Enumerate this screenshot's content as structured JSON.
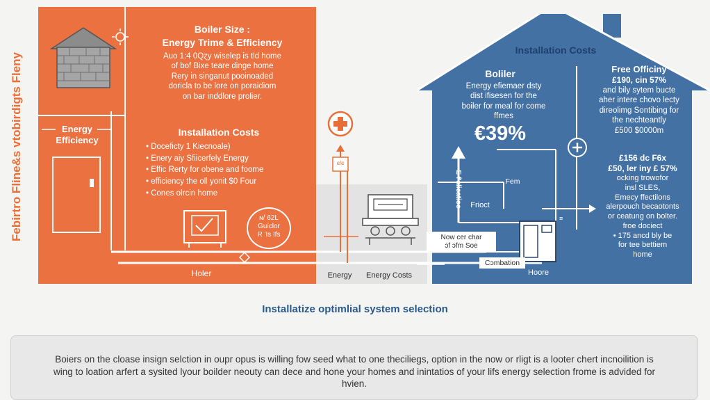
{
  "side_title": "Febirtro Fline&s vtobirdigts Fleny",
  "orange": {
    "boiler_size": {
      "title": "Boiler Size :",
      "subtitle": "Energy Trime & Efficiency",
      "lines": [
        "Auo 1:4 0Qɀy wiselep is tld home",
        "of bof Bixe teare dinge home",
        "Rery in singanut pooinoaded",
        "doricla to be lore on poraidiom",
        "on bar inddlore prolier."
      ]
    },
    "energy_efficiency": {
      "line1": "Energy",
      "line2": "Efficiency"
    },
    "installation": {
      "title": "Installation Costs",
      "bullets": [
        "• Doceficty 1 Kiecnoale)",
        "• Enery aiy Sfiicerfely Energy",
        "• Effic Rerty for obene and foome",
        "• efficiency the oll yonit $0 Four",
        "• Cones olrcin home"
      ]
    },
    "badge": [
      "ɴ/ 62L",
      "Guiclor",
      "R 'Is Ifs"
    ],
    "bottom_label": "Holer"
  },
  "middle": {
    "small_tag": "ɕ/ɕ",
    "label_energy": "Energy",
    "label_costs": "Energy Costs"
  },
  "blue": {
    "installation_title": "Installation Costs",
    "boiler": {
      "title": "Boliler",
      "lines": [
        "Energy efiemaer dsty",
        "dist ifisesen for the",
        "boiler for meal for come",
        "ffmes"
      ],
      "big_value": "€39%"
    },
    "free": {
      "title": "Free Officiny",
      "lines": [
        "£190, cin 57%",
        "and bily sytem bucte",
        "aher intere chovo lecty",
        "direolimg Sontibing for",
        "the nechteantly",
        "£500 $0000m"
      ]
    },
    "costs": {
      "lines": [
        "£156 dc F6x",
        "£50, ler iny £ 57%",
        "ocking trowofor",
        "insl SLES,",
        "Emecy ffectilons",
        "alerpouch becaotonts",
        "or ceatung on bolter.",
        "froe dociect",
        "• 175 ancd bly be",
        "for tee bettiem",
        "home"
      ]
    },
    "vertical_label": "E f'alicatioc",
    "label_fem": "Fem",
    "label_frioct": "Frioct",
    "label_now": [
      "Now cer char",
      "ɔf ɔfm Soe"
    ],
    "label_combination": "Cɔmbation",
    "label_home": "Hoore"
  },
  "caption": "Installatize optimlial system selection",
  "info_text": "Boiers on the cloase insign selction in oupr opus is willing fow seed what to one theciliegs, option in the now or rligt is a looter chert incnoilition is wing to loation arfert a sysited lyour boilder neouty can dece and hone your homes and inintatios of your lifs energy selection frome is advided for hvien.",
  "colors": {
    "orange": "#ec7140",
    "blue": "#4471a4",
    "caption": "#2a5a8a"
  }
}
